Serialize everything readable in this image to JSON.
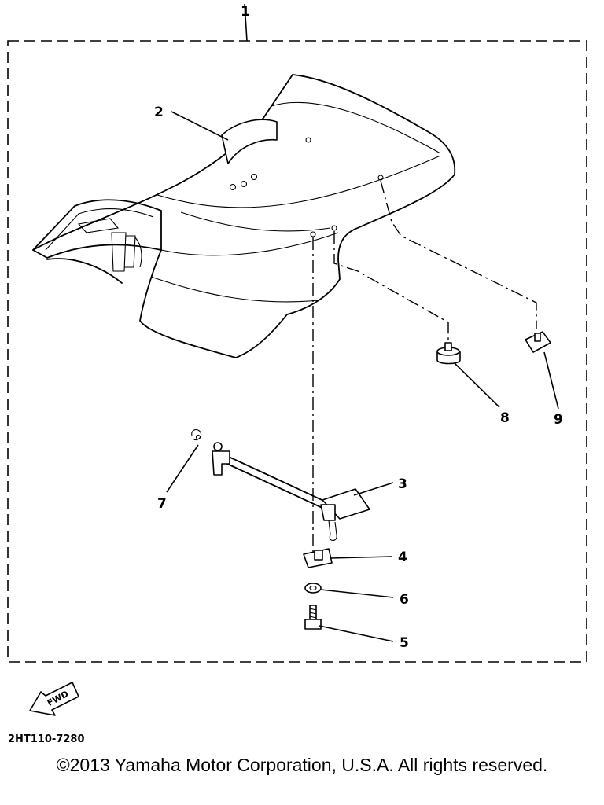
{
  "diagram": {
    "callouts": {
      "c1": "1",
      "c2": "2",
      "c3": "3",
      "c4": "4",
      "c5": "5",
      "c6": "6",
      "c7": "7",
      "c8": "8",
      "c9": "9"
    },
    "fwd_label": "FWD",
    "part_code": "2HT110-7280",
    "copyright": "©2013 Yamaha Motor Corporation, U.S.A. All rights reserved."
  }
}
